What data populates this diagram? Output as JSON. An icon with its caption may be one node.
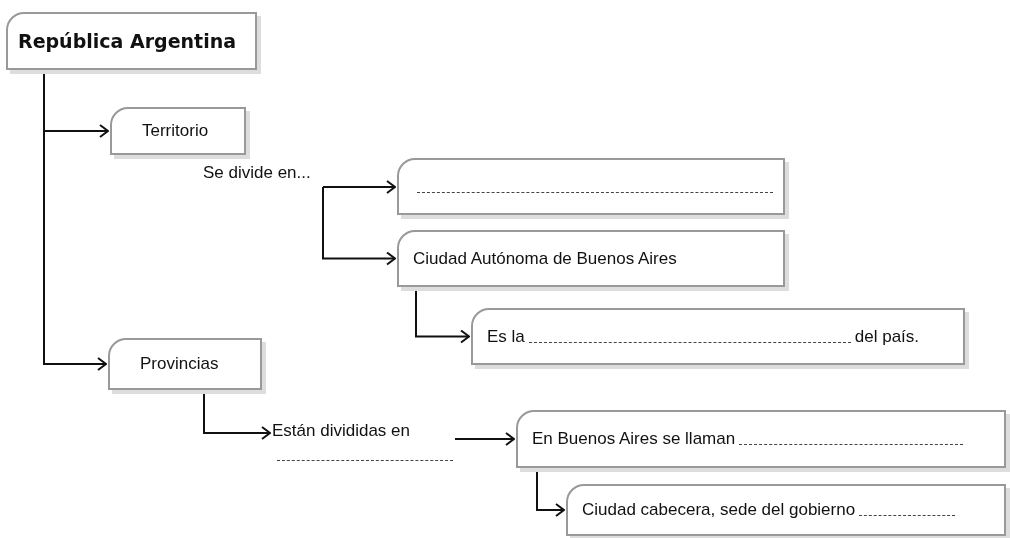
{
  "diagram": {
    "nodes": [
      {
        "text": [
          "República Argentina"
        ]
      },
      {
        "text": [
          "Territorio"
        ]
      },
      {
        "text": [
          "Se divide en..."
        ]
      },
      {
        "text": [],
        "shape": "box"
      },
      {
        "text": [
          "Ciudad Autónoma de Buenos Aires"
        ]
      },
      {
        "text": [
          "Es la",
          "del país."
        ]
      },
      {
        "text": [
          "Provincias"
        ]
      },
      {
        "text": [
          "Están divididas en"
        ]
      },
      {
        "text": [
          "En Buenos Aires se llaman"
        ]
      },
      {
        "text": [
          "Ciudad cabecera, sede del gobierno"
        ]
      }
    ],
    "edges": [
      {
        "from": 0,
        "to": 1,
        "arrow": "to"
      },
      {
        "from": 0,
        "to": 6,
        "arrow": "to"
      },
      {
        "from": 2,
        "to": 3,
        "arrow": "to"
      },
      {
        "from": 2,
        "to": 4,
        "arrow": "to"
      },
      {
        "from": 4,
        "to": 5,
        "arrow": "to"
      },
      {
        "from": 6,
        "to": 7,
        "arrow": "to"
      },
      {
        "from": 7,
        "to": 8,
        "arrow": "to"
      },
      {
        "from": 8,
        "to": 9,
        "arrow": "to"
      }
    ]
  }
}
